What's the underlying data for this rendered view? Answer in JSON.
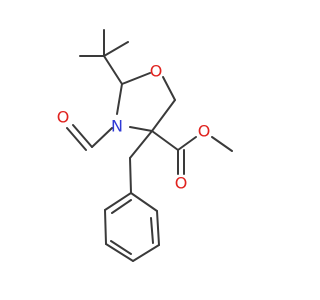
{
  "diagram": {
    "type": "chemical-structure",
    "background": "#ffffff",
    "bond_color": "#3a3a3a",
    "atoms": [
      {
        "id": "ring-oxygen",
        "label": "O",
        "color": "#e0231f"
      },
      {
        "id": "ring-nitrogen",
        "label": "N",
        "color": "#2f39d6"
      },
      {
        "id": "formyl-oxygen",
        "label": "O",
        "color": "#e0231f"
      },
      {
        "id": "carbonyl-oxygen",
        "label": "O",
        "color": "#e0231f"
      },
      {
        "id": "ester-oxygen",
        "label": "O",
        "color": "#e0231f"
      }
    ]
  }
}
